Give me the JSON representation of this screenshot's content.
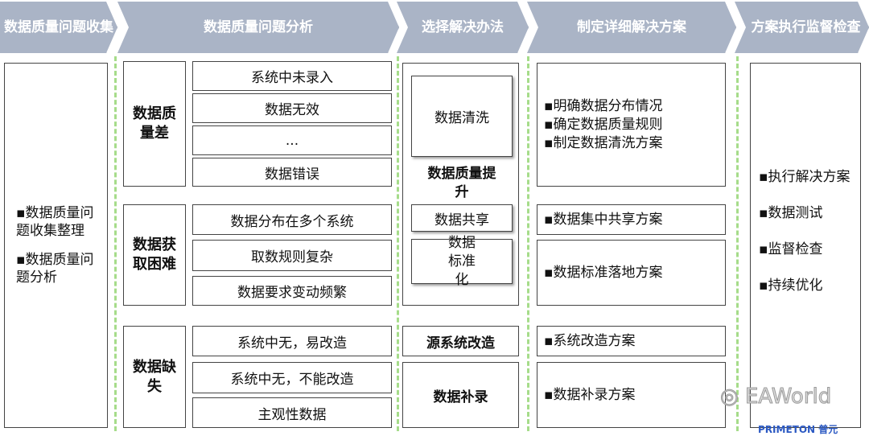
{
  "headers": [
    "数据质量问题收集",
    "数据质量问题分析",
    "选择解决办法",
    "制定详细解决方案",
    "方案执行监督检查"
  ],
  "collect": [
    "▪数据质量问题收集整理",
    "▪数据质量问题分析"
  ],
  "categories": [
    "数据质量差",
    "数据获取困难",
    "数据缺失"
  ],
  "problems": [
    "系统中未录入",
    "数据无效",
    "...",
    "数据错误",
    "数据分布在多个系统",
    "取数规则复杂",
    "数据要求变动频繁",
    "系统中无，易改造",
    "系统中无，不能改造",
    "主观性数据"
  ],
  "solutions": {
    "clean": "数据清洗",
    "improve": "数据质量提升",
    "share": "数据共享",
    "standard": "数据标准化",
    "source": "源系统改造",
    "supplement": "数据补录"
  },
  "plans": {
    "p1": [
      "▪明确数据分布情况",
      "▪确定数据质量规则",
      "▪制定数据清洗方案"
    ],
    "p2": "▪数据集中共享方案",
    "p3": "▪数据标准落地方案",
    "p4": "▪系统改造方案",
    "p5": "▪数据补录方案"
  },
  "execute": [
    "▪执行解决方案",
    "▪数据测试",
    "▪监督检查",
    "▪持续优化"
  ],
  "watermark": "EAWorld",
  "footer_logo": "PRIMETON 普元"
}
